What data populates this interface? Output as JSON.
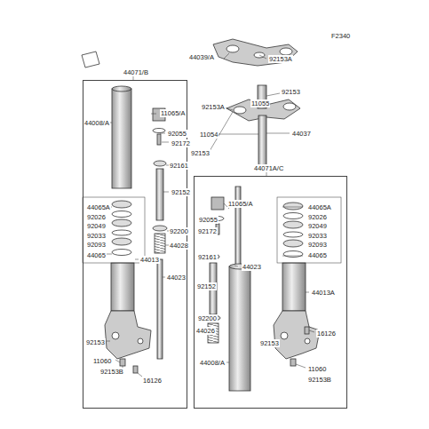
{
  "diagram": {
    "nodes": [
      {
        "text": [
          "44071/B"
        ]
      },
      {
        "text": [
          "44071A/C"
        ]
      }
    ],
    "labels": [
      "F2340",
      "44039/A",
      "92153A",
      "92153A",
      "92153",
      "11055",
      "44037",
      "11054",
      "92153",
      "44008/A",
      "11065/A",
      "92055",
      "92172",
      "92161",
      "92152",
      "44065A",
      "92026",
      "92049",
      "92033",
      "92093",
      "44065",
      "92200",
      "44028",
      "44013",
      "44023",
      "92153",
      "11060",
      "92153B",
      "16126",
      "11065/A",
      "92055",
      "92172",
      "44023",
      "92161",
      "92152",
      "92200",
      "44026",
      "44008/A",
      "44065A",
      "92026",
      "92049",
      "92033",
      "92093",
      "44065",
      "44013A",
      "16126",
      "92153",
      "11060",
      "92153B"
    ]
  }
}
